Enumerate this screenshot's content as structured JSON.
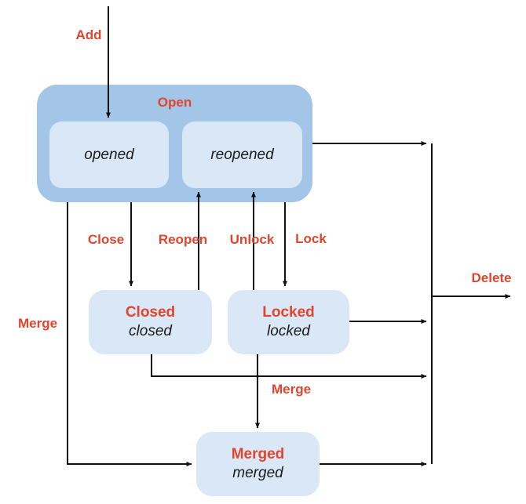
{
  "diagram": {
    "type": "state-diagram",
    "colors": {
      "background": "#ffffff",
      "open_container_fill": "#a3c6e8",
      "state_box_fill": "#d9e7f7",
      "accent_red": "#e2442c",
      "line_color": "#111111"
    },
    "states": {
      "open": {
        "label": "Open"
      },
      "opened": {
        "label": "opened"
      },
      "reopened": {
        "label": "reopened"
      },
      "closed": {
        "title": "Closed",
        "value": "closed"
      },
      "locked": {
        "title": "Locked",
        "value": "locked"
      },
      "merged": {
        "title": "Merged",
        "value": "merged"
      }
    },
    "transitions": {
      "add": {
        "label": "Add"
      },
      "close": {
        "label": "Close"
      },
      "reopen": {
        "label": "Reopen"
      },
      "unlock": {
        "label": "Unlock"
      },
      "lock": {
        "label": "Lock"
      },
      "merge_from_open": {
        "label": "Merge"
      },
      "merge_from_locked": {
        "label": "Merge"
      },
      "delete": {
        "label": "Delete"
      }
    }
  }
}
